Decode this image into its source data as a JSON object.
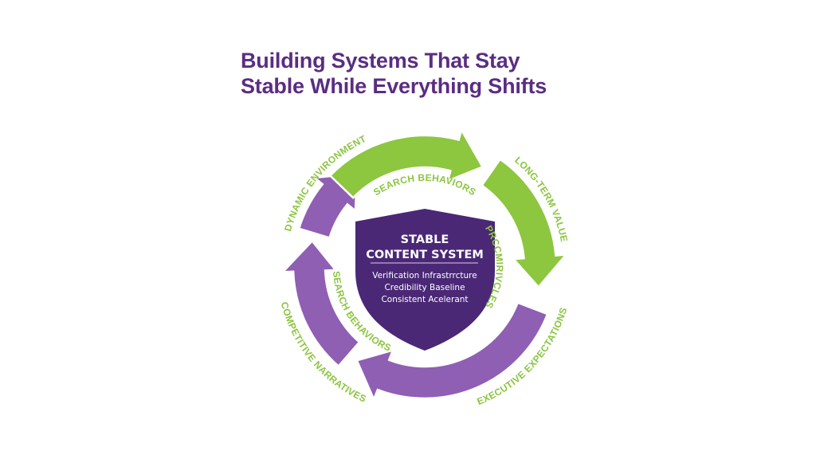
{
  "title": {
    "line1": "Building Systems That Stay",
    "line2": "Stable While Everything Shifts"
  },
  "colors": {
    "title": "#5a2d82",
    "green": "#8dc63f",
    "purple_arrow": "#8f5fb3",
    "shield": "#4a2876",
    "label_green": "#8cc540"
  },
  "shield": {
    "heading_line1": "STABLE",
    "heading_line2": "CONTENT SYSTEM",
    "items": [
      "Verification Infrastrrcture",
      "Credibility Baseline",
      "Consistent Acelerant"
    ]
  },
  "outer_labels": {
    "top_left": "DYNAMIC ENVIRONMENT",
    "top_right": "LONG-TERM VALUE",
    "bottom_right": "EXECUTIVE EXPECTATIONS",
    "bottom_left": "COMPETITIVE NARRATIVES"
  },
  "inner_labels": {
    "top": "SEARCH BEHAVIORS",
    "right": "PRCCMIRIVCLES",
    "left": "SEARCH BEHAVIORS"
  }
}
